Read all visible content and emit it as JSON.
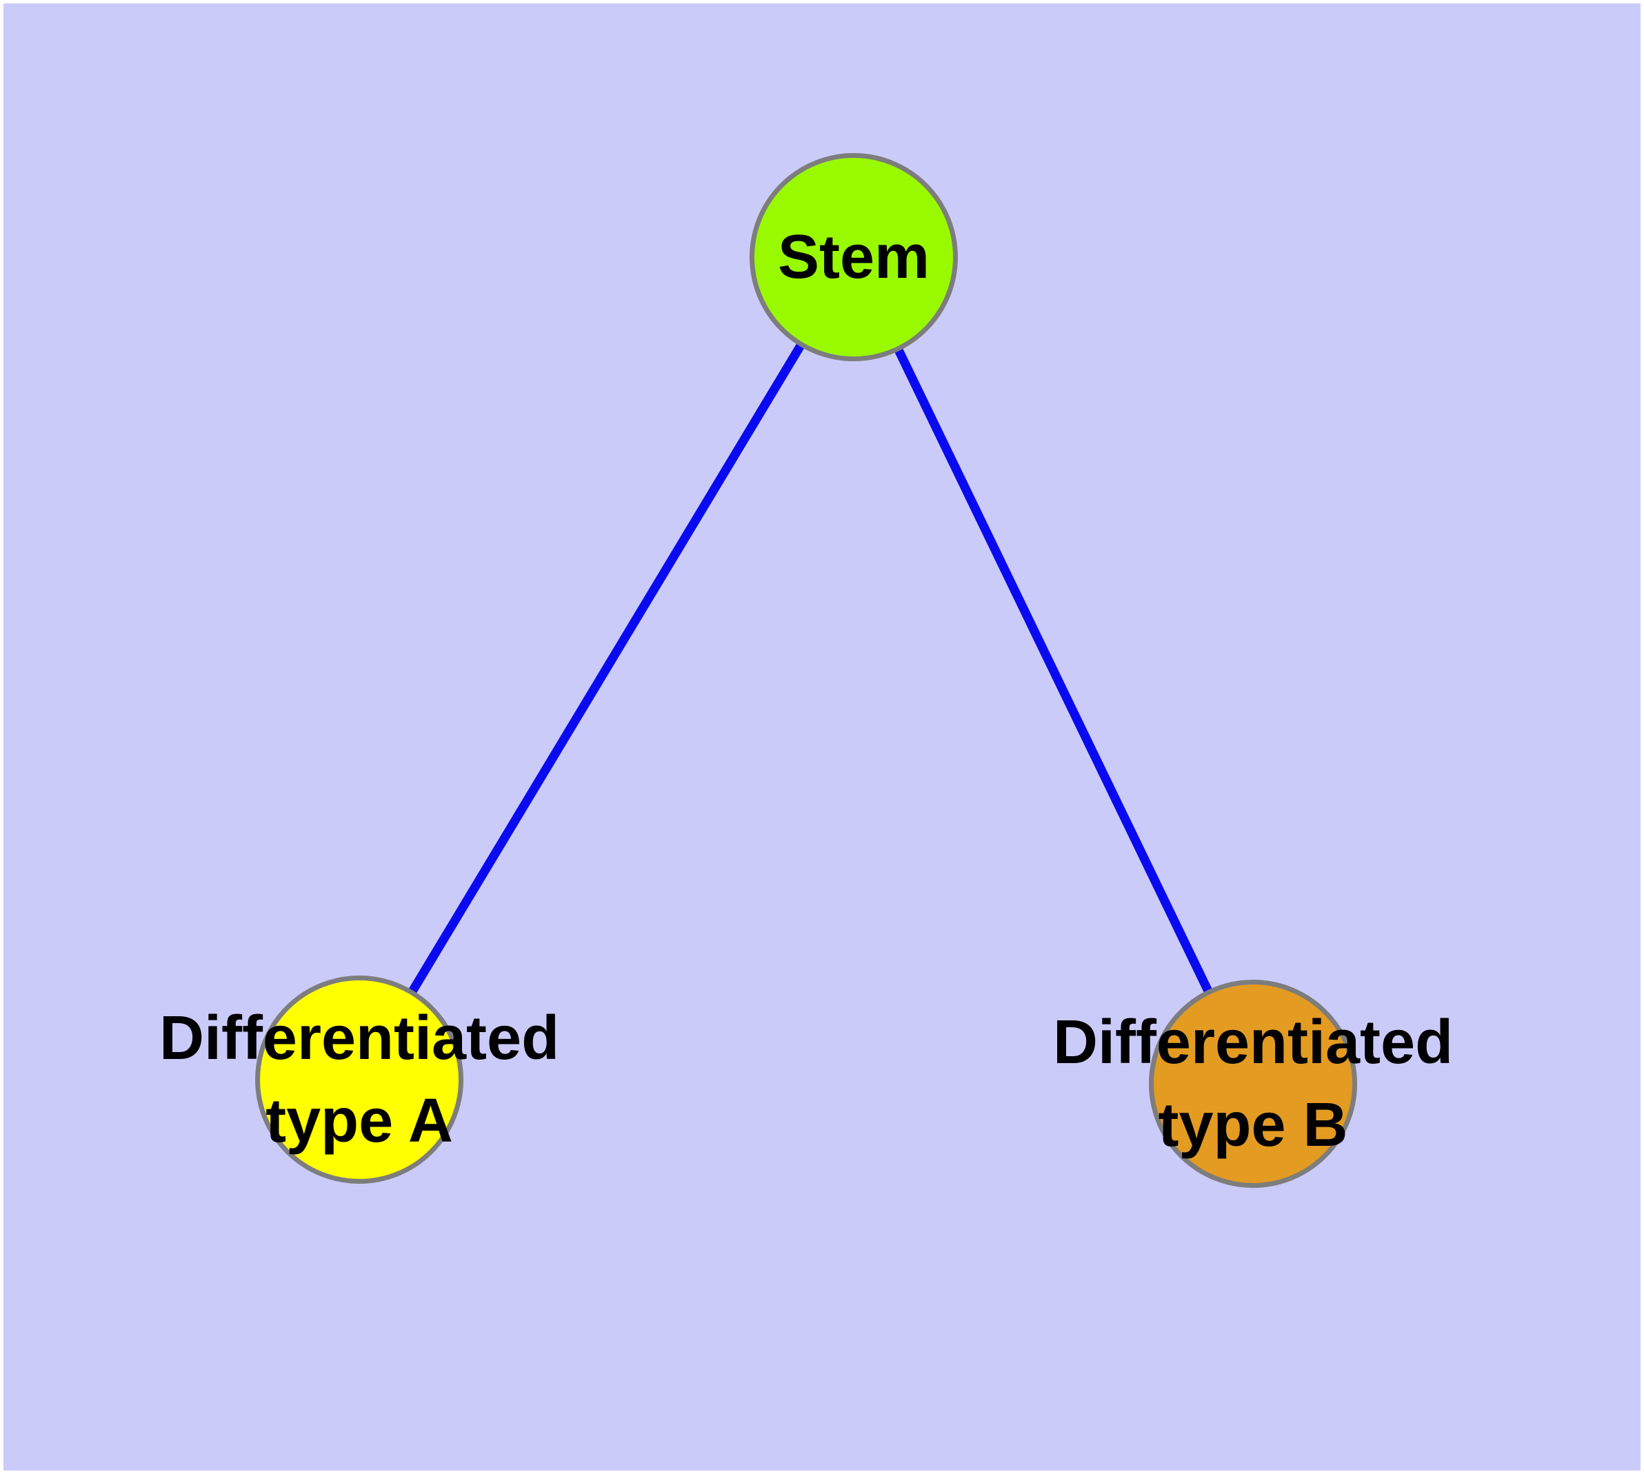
{
  "diagram": {
    "type": "graph",
    "description": "Cell differentiation tree: one stem node with edges to two differentiated cell type nodes",
    "background_color": "#cbcbfa",
    "margin_color": "#ffffff",
    "edge_color": "#0a0af0",
    "node_border_color": "#7d7d7d",
    "label_color": "#000000",
    "nodes": [
      {
        "id": "stem",
        "label": "Stem",
        "color": "#99fa00"
      },
      {
        "id": "type-a",
        "label": "Differentiated type A",
        "label_line1": "Differentiated",
        "label_line2": "type A",
        "color": "#ffff00"
      },
      {
        "id": "type-b",
        "label": "Differentiated type B",
        "label_line1": "Differentiated",
        "label_line2": "type B",
        "color": "#e39b22"
      }
    ],
    "edges": [
      {
        "from": "Stem",
        "to": "Differentiated type A"
      },
      {
        "from": "Stem",
        "to": "Differentiated type B"
      }
    ]
  }
}
